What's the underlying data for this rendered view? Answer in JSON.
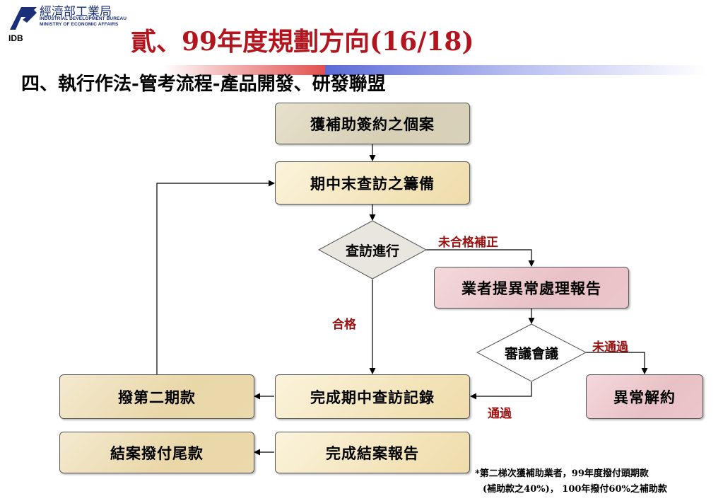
{
  "header": {
    "logo_cn": "經濟部工業局",
    "logo_en1": "INDUSTRIAL DEVELOPMENT BUREAU",
    "logo_en2": "MINISTRY OF ECONOMIC AFFAIRS",
    "logo_abbr": "IDB",
    "title": "貳、99年度規劃方向(16/18)",
    "subtitle": "四、執行作法-管考流程-產品開發、研發聯盟"
  },
  "flow": {
    "start": "獲補助簽約之個案",
    "prepare": "期中末查訪之籌備",
    "visit": "查訪進行",
    "report": "業者提異常處理報告",
    "review": "審議會議",
    "terminate": "異常解約",
    "record": "完成期中查訪記錄",
    "pay2": "撥第二期款",
    "final_report": "完成結案報告",
    "final_pay": "結案撥付尾款"
  },
  "labels": {
    "fail_fix": "未合格補正",
    "pass": "合格",
    "not_pass": "未通過",
    "passed": "通過"
  },
  "note": {
    "line1": "*第二梯次獲補助業者，99年度撥付頭期款",
    "line2": "(補助款之40%)， 100年撥付60%之補助款"
  },
  "colors": {
    "title": "#b2151d",
    "label": "#9a1010",
    "logo": "#1a2f7a"
  }
}
